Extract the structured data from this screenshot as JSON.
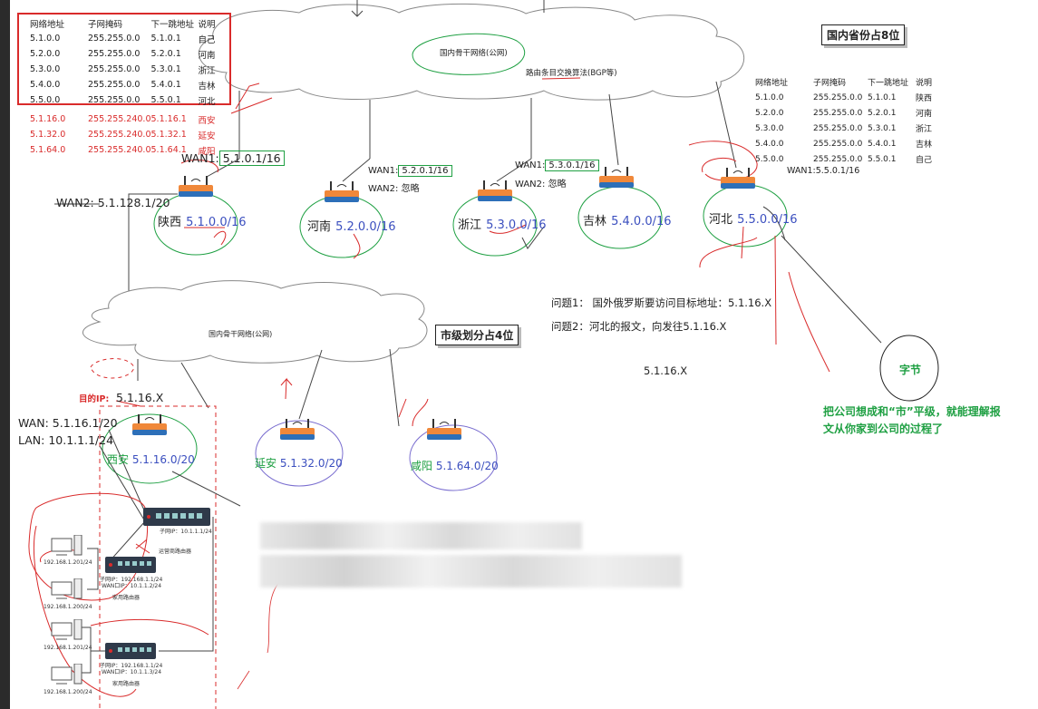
{
  "province_table_left": {
    "headers": [
      "网络地址",
      "子网掩码",
      "下一跳地址",
      "说明"
    ],
    "rows": [
      [
        "5.1.0.0",
        "255.255.0.0",
        "5.1.0.1",
        "自己"
      ],
      [
        "5.2.0.0",
        "255.255.0.0",
        "5.2.0.1",
        "河南"
      ],
      [
        "5.3.0.0",
        "255.255.0.0",
        "5.3.0.1",
        "浙江"
      ],
      [
        "5.4.0.0",
        "255.255.0.0",
        "5.4.0.1",
        "吉林"
      ],
      [
        "5.5.0.0",
        "255.255.0.0",
        "5.5.0.1",
        "河北"
      ]
    ],
    "city_rows": [
      [
        "5.1.16.0",
        "255.255.240.0",
        "5.1.16.1",
        "西安"
      ],
      [
        "5.1.32.0",
        "255.255.240.0",
        "5.1.32.1",
        "延安"
      ],
      [
        "5.1.64.0",
        "255.255.240.0",
        "5.1.64.1",
        "咸阳"
      ]
    ]
  },
  "province_table_right": {
    "headers": [
      "网络地址",
      "子网掩码",
      "下一跳地址",
      "说明"
    ],
    "rows": [
      [
        "5.1.0.0",
        "255.255.0.0",
        "5.1.0.1",
        "陕西"
      ],
      [
        "5.2.0.0",
        "255.255.0.0",
        "5.2.0.1",
        "河南"
      ],
      [
        "5.3.0.0",
        "255.255.0.0",
        "5.3.0.1",
        "浙江"
      ],
      [
        "5.4.0.0",
        "255.255.0.0",
        "5.4.0.1",
        "吉林"
      ],
      [
        "5.5.0.0",
        "255.255.0.0",
        "5.5.0.1",
        "自己"
      ]
    ]
  },
  "top_cloud": {
    "label": "国内骨干网络(公网)",
    "sub_label": "路由条目交换算法(BGP等)"
  },
  "top_title": "国内省份占8位",
  "city_cloud": {
    "label": "国内骨干网络(公网)"
  },
  "city_title": "市级划分占4位",
  "provinces": [
    {
      "name": "陕西",
      "net": "5.1.0.0/16",
      "wan1": "WAN1:",
      "wan1_ip": "5.1.0.1/16",
      "wan2": "WAN2: 5.1.128.1/20"
    },
    {
      "name": "河南",
      "net": "5.2.0.0/16",
      "wan1": "WAN1:",
      "wan1_ip": "5.2.0.1/16",
      "wan2": "WAN2: 忽略"
    },
    {
      "name": "浙江",
      "net": "5.3.0.0/16",
      "wan1": "WAN1:",
      "wan1_ip": "5.3.0.1/16",
      "wan2": "WAN2: 忽略"
    },
    {
      "name": "吉林",
      "net": "5.4.0.0/16"
    },
    {
      "name": "河北",
      "net": "5.5.0.0/16",
      "wan1_text": "WAN1:5.5.0.1/16"
    }
  ],
  "questions": [
    "问题1：  国外俄罗斯要访问目标地址：5.1.16.X",
    "问题2：河北的报文，向发往5.1.16.X"
  ],
  "target_addr": "5.1.16.X",
  "byte_label": "字节",
  "note": [
    "把公司想成和“市”平级，就能理解报",
    "文从你家到公司的过程了"
  ],
  "cities": [
    {
      "name": "西安",
      "net": "5.1.16.0/20"
    },
    {
      "name": "延安",
      "net": "5.1.32.0/20"
    },
    {
      "name": "咸阳",
      "net": "5.1.64.0/20"
    }
  ],
  "dest_ip_label": "目的IP:",
  "dest_ip": "5.1.16.X",
  "xian_wan": "WAN: 5.1.16.1/20",
  "xian_lan": "LAN: 10.1.1.1/24",
  "lan_devices": {
    "core_switch": {
      "line1": "子网IP：10.1.1.1/24",
      "line2": "运营商路由器"
    },
    "home_router_1": {
      "line1": "子网IP：192.168.1.1/24",
      "line2": "WAN口IP：10.1.1.2/24",
      "line3": "家用路由器"
    },
    "home_router_2": {
      "line1": "子网IP：192.168.1.1/24",
      "line2": "WAN口IP：10.1.1.3/24",
      "line3": "家用路由器"
    },
    "pcs": [
      "192.168.1.201/24",
      "192.168.1.200/24",
      "192.168.1.201/24",
      "192.168.1.200/24"
    ]
  },
  "colors": {
    "red": "#d92b2b",
    "green": "#1fa043",
    "blue": "#3b4fbf",
    "router_orange": "#f0883a",
    "router_blue": "#2d6fb8"
  }
}
